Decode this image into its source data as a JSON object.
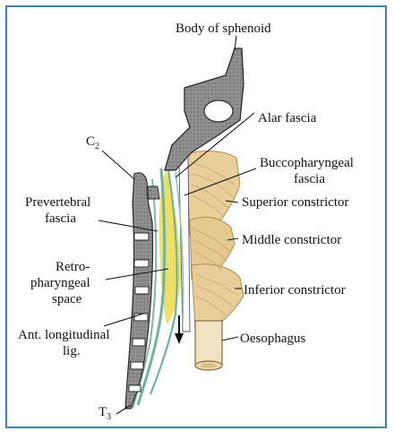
{
  "diagram": {
    "labels": {
      "body_of_sphenoid": "Body of sphenoid",
      "alar_fascia": "Alar fascia",
      "buccopharyngeal_1": "Buccopharyngeal",
      "buccopharyngeal_2": "fascia",
      "superior_constrictor": "Superior constrictor",
      "middle_constrictor": "Middle constrictor",
      "inferior_constrictor": "Inferior constrictor",
      "oesophagus": "Oesophagus",
      "c2_letter": "C",
      "c2_sub": "2",
      "prevertebral_1": "Prevertebral",
      "prevertebral_2": "fascia",
      "retro_1": "Retro-",
      "retro_2": "pharyngeal",
      "retro_3": "space",
      "ant_long_1": "Ant. longitudinal",
      "ant_long_2": "lig.",
      "t3_letter": "T",
      "t3_sub": "3"
    },
    "colors": {
      "frame": "#3f7fbf",
      "bone": "#8c8c8c",
      "muscle": "#e8cf9a",
      "muscle_fiber": "#c9a66b",
      "retropharyngeal_space": "#f2e46a",
      "fascia": "#6fb3a0",
      "oesophagus": "#f1e2c2"
    },
    "arrow_icon": "down-arrow-icon"
  }
}
